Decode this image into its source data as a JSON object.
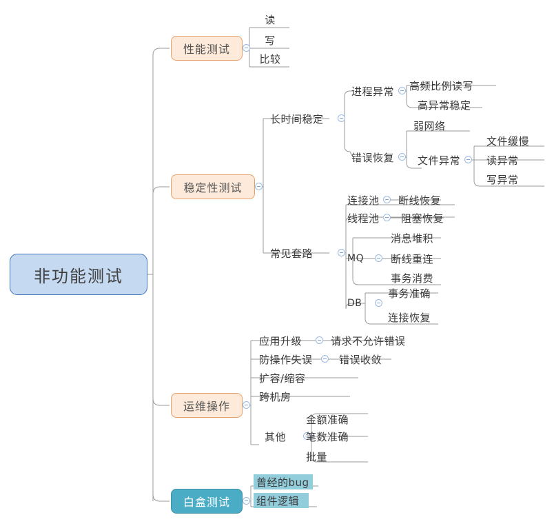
{
  "diagram": {
    "type": "mindmap",
    "title": "非功能测试",
    "colors": {
      "root_fill": "#c5d9f1",
      "root_border": "#4273b5",
      "branch_fill": "#fdeada",
      "branch_border": "#e8a06a",
      "whitebox_fill": "#4bacc6",
      "highlight_fill": "#92cddc",
      "link": "#9a9a9a",
      "text": "#3a3a3a"
    },
    "toggle_icon": "collapse-minus-icon"
  },
  "root": {
    "label": "非功能测试"
  },
  "branches": {
    "performance": {
      "label": "性能测试",
      "children": [
        {
          "label": "读"
        },
        {
          "label": "写"
        },
        {
          "label": "比较"
        }
      ]
    },
    "stability": {
      "label": "稳定性测试",
      "groups": {
        "longrun": {
          "label": "长时间稳定",
          "children": {
            "process_exception": {
              "label": "进程异常",
              "children": [
                {
                  "label": "高频比例读写"
                },
                {
                  "label": "高异常稳定"
                }
              ]
            },
            "error_recovery": {
              "label": "错误恢复",
              "children": [
                {
                  "label": "弱网络"
                }
              ],
              "file_exception": {
                "label": "文件异常",
                "children": [
                  {
                    "label": "文件缓慢"
                  },
                  {
                    "label": "读异常"
                  },
                  {
                    "label": "写异常"
                  }
                ]
              }
            }
          }
        },
        "common": {
          "label": "常见套路",
          "items": [
            {
              "label": "连接池",
              "children": [
                {
                  "label": "断线恢复"
                }
              ]
            },
            {
              "label": "线程池",
              "children": [
                {
                  "label": "阻塞恢复"
                }
              ]
            },
            {
              "label": "MQ",
              "children": [
                {
                  "label": "消息堆积"
                },
                {
                  "label": "断线重连"
                },
                {
                  "label": "事务消费"
                }
              ]
            },
            {
              "label": "DB",
              "children": [
                {
                  "label": "事务准确"
                },
                {
                  "label": "连接恢复"
                }
              ]
            }
          ]
        }
      }
    },
    "operations": {
      "label": "运维操作",
      "items": [
        {
          "label": "应用升级",
          "children": [
            {
              "label": "请求不允许错误"
            }
          ]
        },
        {
          "label": "防操作失误",
          "children": [
            {
              "label": "错误收敛"
            }
          ]
        },
        {
          "label": "扩容/缩容",
          "children": []
        },
        {
          "label": "跨机房",
          "children": []
        },
        {
          "label": "其他",
          "children": [
            {
              "label": "金额准确"
            },
            {
              "label": "笔数准确"
            },
            {
              "label": "批量"
            }
          ]
        }
      ]
    },
    "whitebox": {
      "label": "白盒测试",
      "children": [
        {
          "label": "曾经的bug"
        },
        {
          "label": "组件逻辑"
        }
      ]
    }
  }
}
